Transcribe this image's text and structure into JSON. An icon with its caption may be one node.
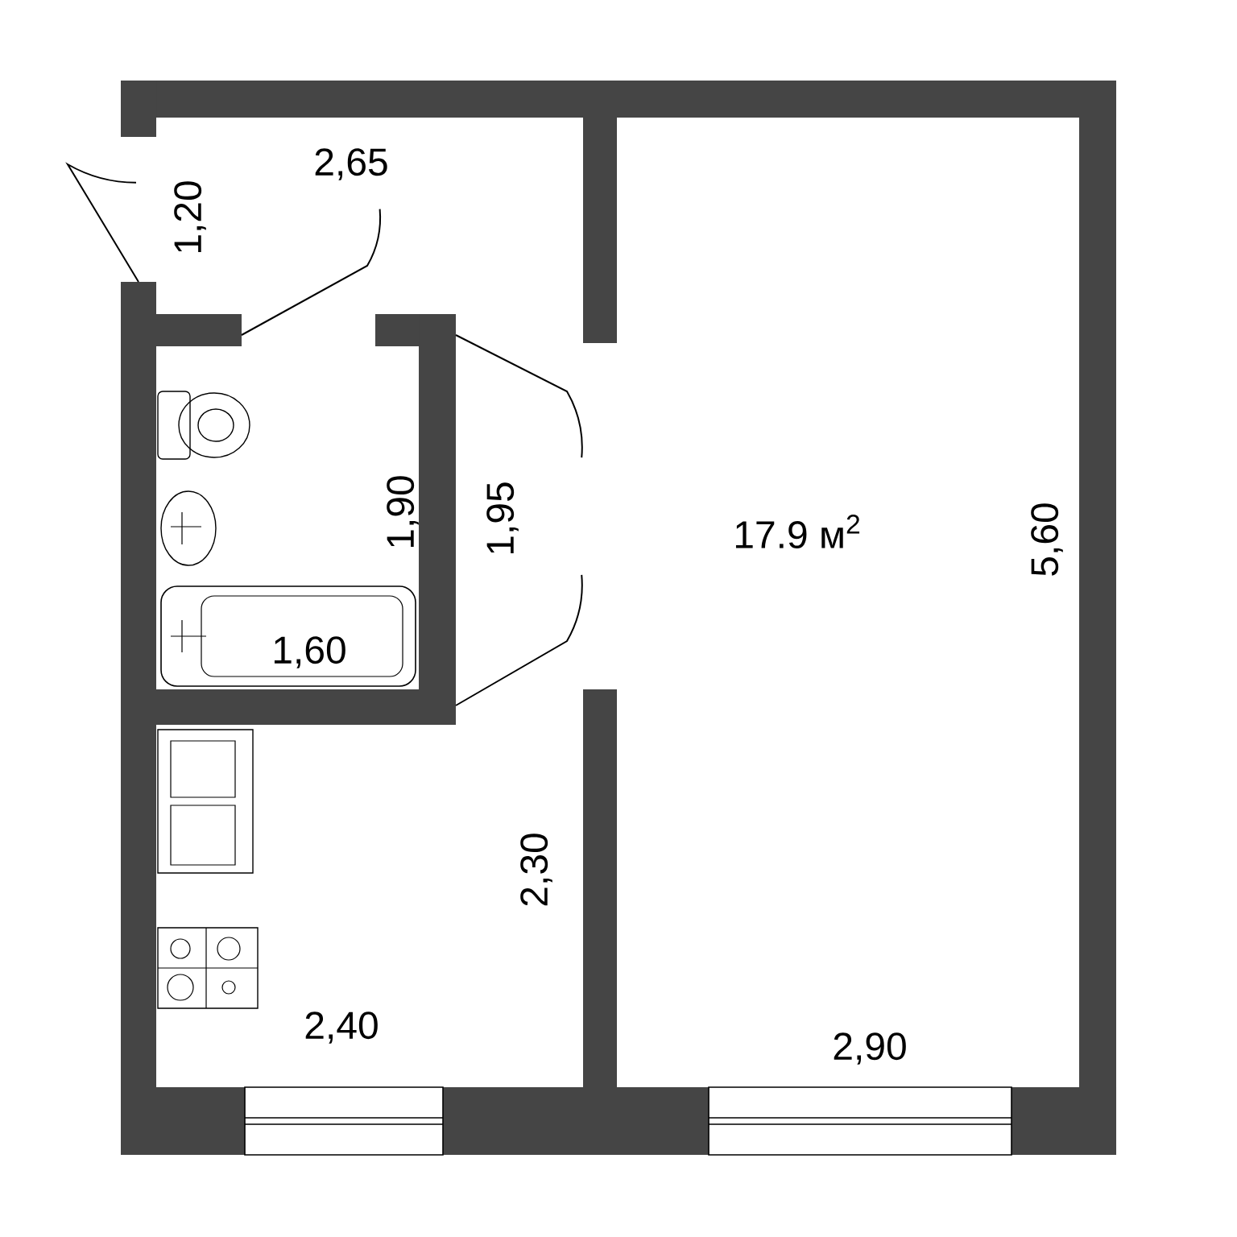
{
  "diagram": {
    "labels": [
      "2,65",
      "1,20",
      "1,90",
      "1,95",
      "17.9 м$^{2}$",
      "5,60",
      "1,60",
      "2,30",
      "2,40",
      "2,90"
    ]
  }
}
